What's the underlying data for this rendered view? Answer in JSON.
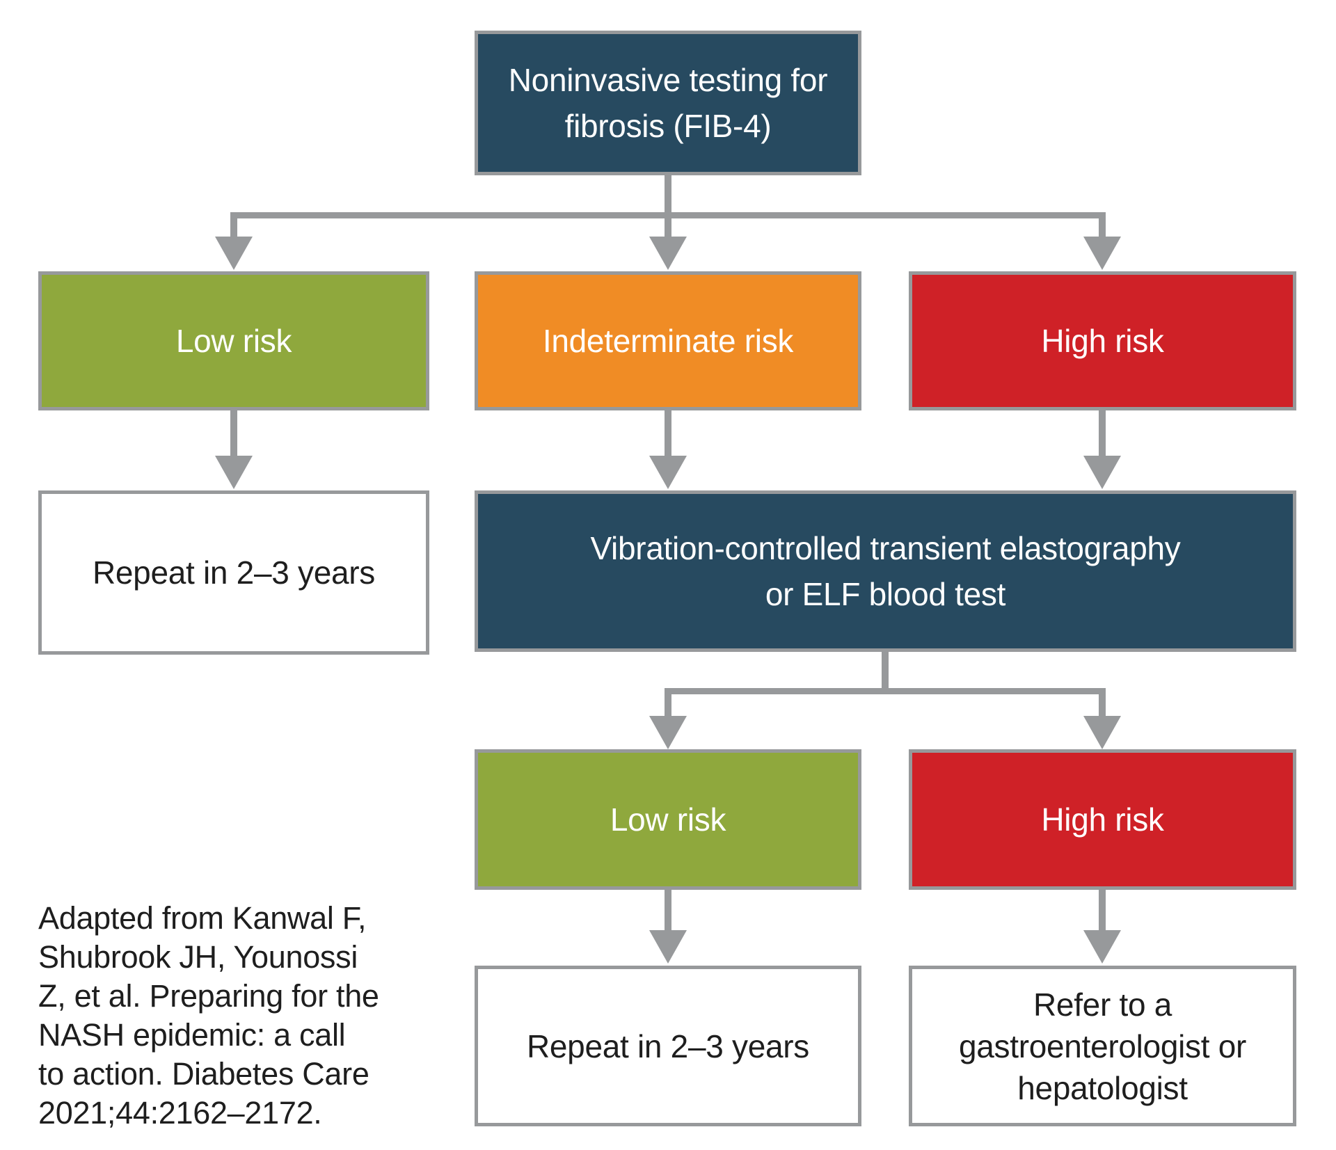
{
  "colors": {
    "teal": "#274A60",
    "green": "#8FA83D",
    "orange": "#F08C25",
    "red": "#CF2127",
    "gray": "#97999B",
    "text_dark": "#1E1E1E",
    "background": "#FFFFFF"
  },
  "nodes": {
    "root": {
      "line1": "Noninvasive testing for",
      "line2": "fibrosis (FIB-4)"
    },
    "low_risk_1": {
      "label": "Low risk"
    },
    "indeterminate_risk": {
      "label": "Indeterminate risk"
    },
    "high_risk_1": {
      "label": "High risk"
    },
    "repeat_1": {
      "label": "Repeat in 2–3 years"
    },
    "vcte": {
      "line1": "Vibration-controlled transient elastography",
      "line2": "or ELF blood test"
    },
    "low_risk_2": {
      "label": "Low risk"
    },
    "high_risk_2": {
      "label": "High risk"
    },
    "repeat_2": {
      "label": "Repeat in 2–3 years"
    },
    "refer": {
      "line1": "Refer to a",
      "line2": "gastroenterologist or",
      "line3": "hepatologist"
    }
  },
  "citation": {
    "lines": [
      "Adapted from Kanwal F,",
      "Shubrook JH, Younossi",
      "Z, et al. Preparing for the",
      "NASH epidemic: a call",
      "to action. Diabetes Care",
      "2021;44:2162–2172."
    ]
  }
}
